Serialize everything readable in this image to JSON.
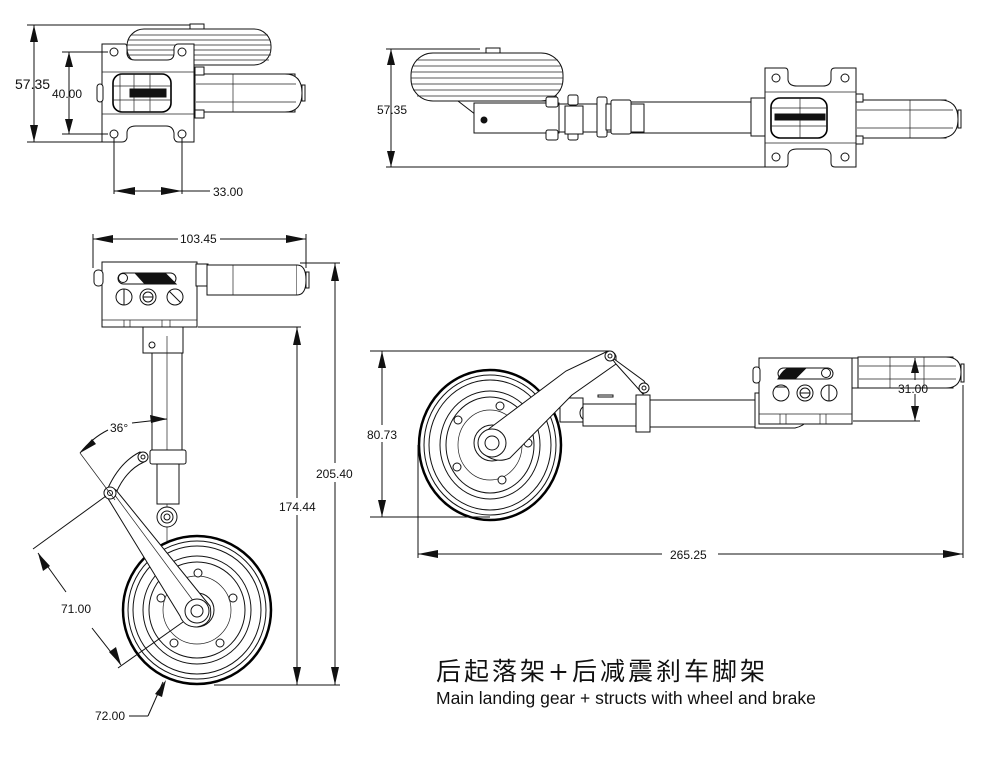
{
  "title": {
    "chinese": "后起落架+后减震刹车脚架",
    "english": "Main landing gear + structs with wheel and brake"
  },
  "views": {
    "top_left": {
      "name": "retract-unit-top-view",
      "dimensions": {
        "overall_height": "57.35",
        "mount_hole_spacing_vertical": "40.00",
        "mount_hole_spacing_horizontal": "33.00"
      }
    },
    "top_right": {
      "name": "extended-gear-top-view",
      "dimensions": {
        "overall_height": "57.35"
      }
    },
    "bottom_left": {
      "name": "gear-front-view",
      "dimensions": {
        "unit_width": "103.45",
        "strut_angle": "36°",
        "overall_height": "205.40",
        "strut_height": "174.44",
        "trailing_arm_length": "71.00",
        "wheel_diameter": "72.00"
      }
    },
    "bottom_right": {
      "name": "gear-side-view-retracted",
      "dimensions": {
        "height": "80.73",
        "overall_length": "265.25",
        "unit_height": "31.00"
      }
    }
  }
}
